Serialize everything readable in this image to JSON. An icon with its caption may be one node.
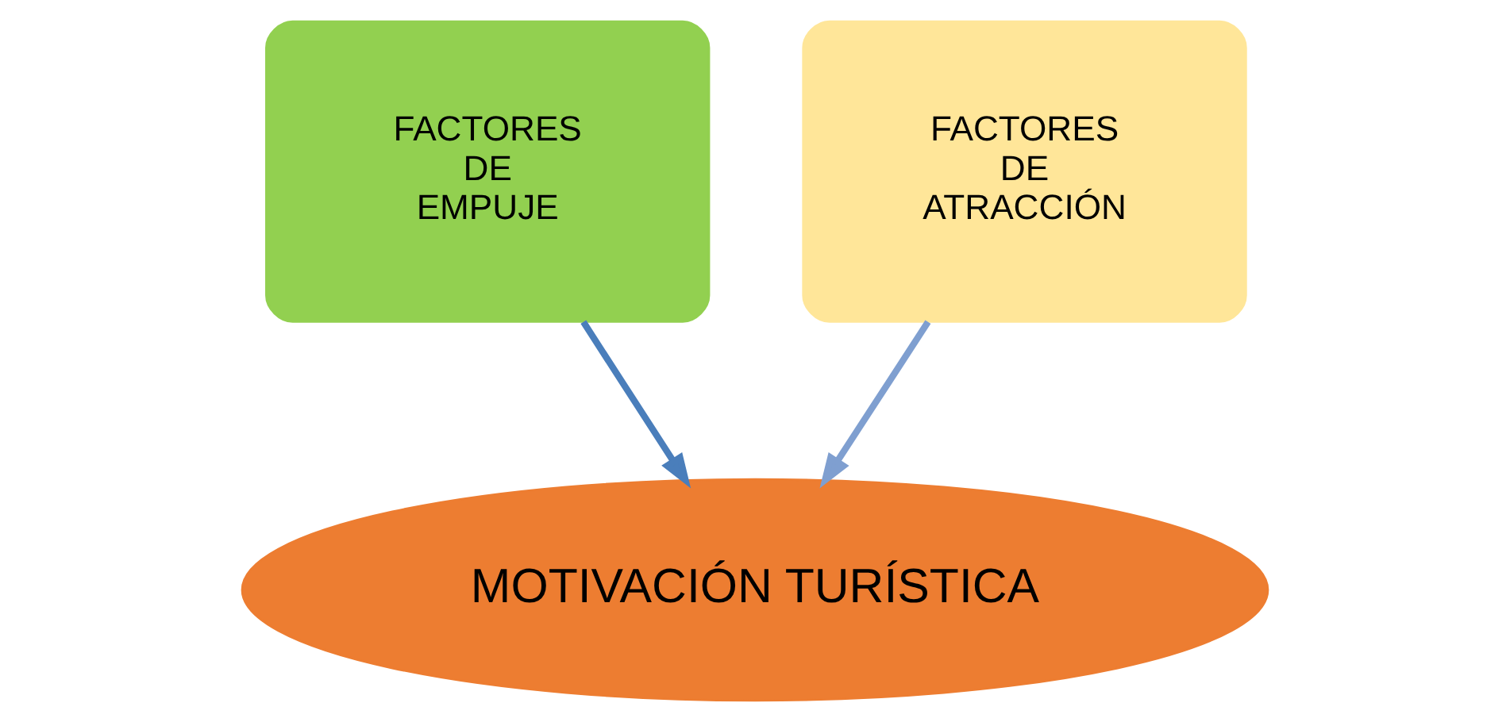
{
  "diagram": {
    "nodes": [
      {
        "text": [
          "FACTORES DE EMPUJE"
        ]
      },
      {
        "text": [
          "FACTORES DE ATRACCIÓN"
        ]
      },
      {
        "text": [
          "MOTIVACIÓN TURÍSTICA"
        ]
      }
    ],
    "edges": [
      {
        "from": 0,
        "to": 2,
        "arrow": "to",
        "color": "#4a7ebb"
      },
      {
        "from": 1,
        "to": 2,
        "arrow": "to",
        "color": "#7f9fd0"
      }
    ]
  }
}
